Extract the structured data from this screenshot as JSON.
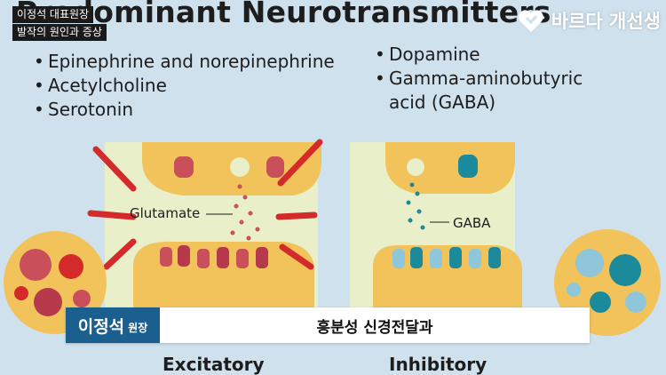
{
  "video": {
    "title": "Predominant Neurotransmitters",
    "tags": [
      "이정석 대표원장",
      "발작의 원인과 증상"
    ],
    "logo_text": "바르다 개선생",
    "bullets_left": [
      "Epinephrine and norepinephrine",
      "Acetylcholine",
      "Serotonin"
    ],
    "bullets_right": [
      "Dopamine",
      "Gamma-aminobutyric",
      "acid (GABA)"
    ],
    "diagram_labels": {
      "glutamate": "Glutamate",
      "gaba": "GABA",
      "excitatory": "Excitatory",
      "inhibitory": "Inhibitory"
    },
    "subtitle": {
      "speaker_name": "이정석",
      "speaker_role": "원장",
      "text": "흥분성 신경전달과"
    },
    "colors": {
      "background": "#cfe1ec",
      "panel_left": "#e8efc9",
      "panel_right": "#e8efc9",
      "excitatory_red": "#d42a2a",
      "inhibitory_teal": "#1b8a9a",
      "neuron_yellow": "#f2c35a",
      "brand_blue": "#1b5f8e"
    }
  }
}
